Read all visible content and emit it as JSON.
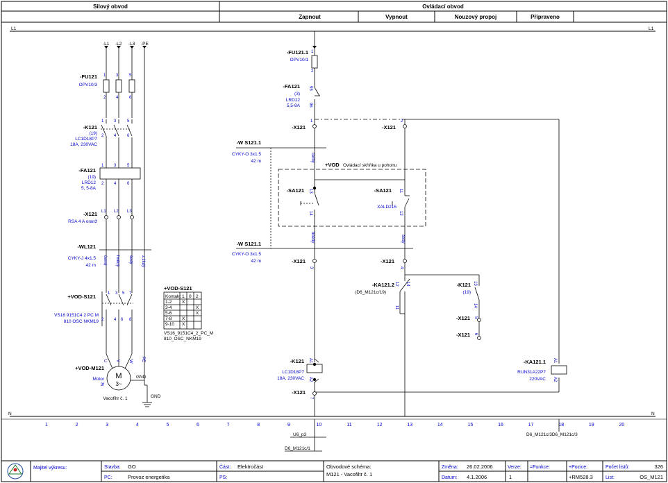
{
  "header": {
    "power": "Silový obvod",
    "control": "Ovládací obvod",
    "cols": [
      "Zapnout",
      "Vypnout",
      "Nouzový propoj",
      "Připraveno"
    ]
  },
  "rails": {
    "l1": "L1",
    "n": "N"
  },
  "power": {
    "phases": [
      "-L1",
      "-L2",
      "-L3",
      "-PE"
    ],
    "fu_tag": "-FU121",
    "fu_type": "OPV10/3",
    "fu_pins_top": [
      "1",
      "3",
      "5"
    ],
    "fu_pins_bot": [
      "2",
      "4",
      "6"
    ],
    "k_tag": "-K121",
    "k_ref": "(19)",
    "k_type1": "LC1D18P7",
    "k_type2": "18A, 230VAC",
    "k_pins_top": [
      "1",
      "3",
      "5"
    ],
    "k_pins_bot": [
      "2",
      "4",
      "6"
    ],
    "fa_tag": "-FA121",
    "fa_ref": "(19)",
    "fa_type1": "LRD12",
    "fa_type2": "5, 5-8A",
    "fa_pins_top": [
      "1",
      "3",
      "5"
    ],
    "fa_pins_bot": [
      "2",
      "4",
      "6"
    ],
    "x_tag": "-X121",
    "x_type": "RSA 4 A oranž",
    "x_pins": [
      "L1",
      "L2",
      "L3"
    ],
    "wl_tag": "-WL121",
    "wl_type1": "CYKY-J  4x1.5",
    "wl_type2": "42 m",
    "wl_cores": [
      "černý",
      "hnědý",
      "šedý",
      "z.žlutý"
    ],
    "sw_tag": "+VOD-S121",
    "sw_type1": "VS16  9151C4  2  PC  M",
    "sw_type2": "810  OSC  NKM19",
    "sw_pins_top": [
      "1",
      "3",
      "5",
      "7"
    ],
    "sw_pins_bot": [
      "2",
      "4",
      "6",
      "8"
    ],
    "motor_tag": "+VOD-M121",
    "motor_type1": "Motor",
    "motor_type2": "3f",
    "motor_letter": "M",
    "motor_sub": "3~",
    "motor_terms": [
      "U",
      "V",
      "W",
      "PE"
    ],
    "gnd_label": "GND",
    "motor_caption": "Vacofiltr č. 1",
    "table_title": "+VOD-S121",
    "table_head": [
      "Kontakt",
      "1",
      "0",
      "2"
    ],
    "table_rows": [
      [
        "1-2",
        "X",
        "",
        ""
      ],
      [
        "3-4",
        "",
        "",
        "X"
      ],
      [
        "5-6",
        "",
        "",
        "X"
      ],
      [
        "7-8",
        "X",
        "",
        ""
      ],
      [
        "9-10",
        "X",
        "",
        ""
      ]
    ],
    "table_note1": "VS16_9151C4_2_PC_M",
    "table_note2": "810_OSC_NKM19"
  },
  "control": {
    "fu_tag": "-FU121.1",
    "fu_type": "OPV10/1",
    "fu_pins": [
      "1",
      "2"
    ],
    "fa_tag": "-FA121",
    "fa_ref": "(3)",
    "fa_type1": "LRD12",
    "fa_type2": "5,5-8A",
    "fa_pins": [
      "95",
      "96"
    ],
    "x1_tag": "-X121",
    "x1_pin": "1",
    "x2_tag": "-X121",
    "x2_pin": "2",
    "ws1_tag": "-W S121.1",
    "ws1_type1": "CYKY-O  3x1.5",
    "ws1_type2": "42 m",
    "ws1_core": "černý",
    "vod_tag": "+VOD",
    "vod_desc": "Ovládací skříňka u pohonu",
    "sa1_tag": "-SA121",
    "sa1_pins": [
      "13",
      "14"
    ],
    "sa2_tag": "-SA121",
    "sa2_type": "XALD215",
    "sa2_pins": [
      "11",
      "12"
    ],
    "ws2_tag": "-W S121.1",
    "ws2_type1": "CYKY-O  3x1.5",
    "ws2_type2": "42 m",
    "ws2_cores": [
      "hnědý",
      "šedý"
    ],
    "x3_tag": "-X121",
    "x3_pin": "3",
    "x4_tag": "-X121",
    "x4_pin": "4",
    "ka_tag": "-KA121.2",
    "ka_ref": "(D6_M121c/19)",
    "ka_pins": [
      "12",
      "14",
      "11"
    ],
    "k2_tag": "-K121",
    "k2_ref": "(19)",
    "k2_pins": [
      "13",
      "14"
    ],
    "x5_tag": "-X121",
    "x5_pin": "5",
    "x6_tag": "-X121",
    "x6_pin": "6",
    "coil_tag": "-K121",
    "coil_type1": "LC1D18P7",
    "coil_type2": "18A, 230VAC",
    "coil_pins": [
      "A1",
      "A2"
    ],
    "x7_tag": "-X121",
    "x7_pin": "7",
    "ka_coil_tag": "-KA121.1",
    "ka_coil_type1": "RUN31A22P7",
    "ka_coil_type2": "220VAC",
    "ka_coil_pins": [
      "A1",
      "A2"
    ]
  },
  "columns": [
    "1",
    "2",
    "3",
    "4",
    "5",
    "6",
    "7",
    "8",
    "9",
    "10",
    "11",
    "12",
    "13",
    "14",
    "15",
    "16",
    "17",
    "18",
    "19",
    "20"
  ],
  "refs": {
    "col10_top": "U6_p3",
    "col10_bottom": "D6_M121c/1",
    "col18": "D6_M121c/3D6_M121c/3"
  },
  "titleblock": {
    "owner_label": "Majitel výkresu:",
    "stavba_label": "Stavba:",
    "stavba_value": "GO",
    "pc_label": "PC:",
    "pc_value": "Provoz energetika",
    "cast_label": "Část:",
    "cast_value": "Elektročást",
    "ps_label": "PS:",
    "title_line1": "Obvodové schéma:",
    "title_line2": "M121 - Vacofiltr č. 1",
    "zmena_label": "Změna:",
    "zmena_value": "26.02.2006",
    "datum_label": "Datum:",
    "datum_value": "4.1.2006",
    "verze_label": "Verze:",
    "verze_value": "1",
    "funkce_label": "=Funkce:",
    "pozice_label": "+Pozice:",
    "pozice_value": "+RM528.3",
    "pocet_label": "Počet listů:",
    "pocet_value": "326",
    "list_label": "List:",
    "list_value": "OS_M121"
  }
}
